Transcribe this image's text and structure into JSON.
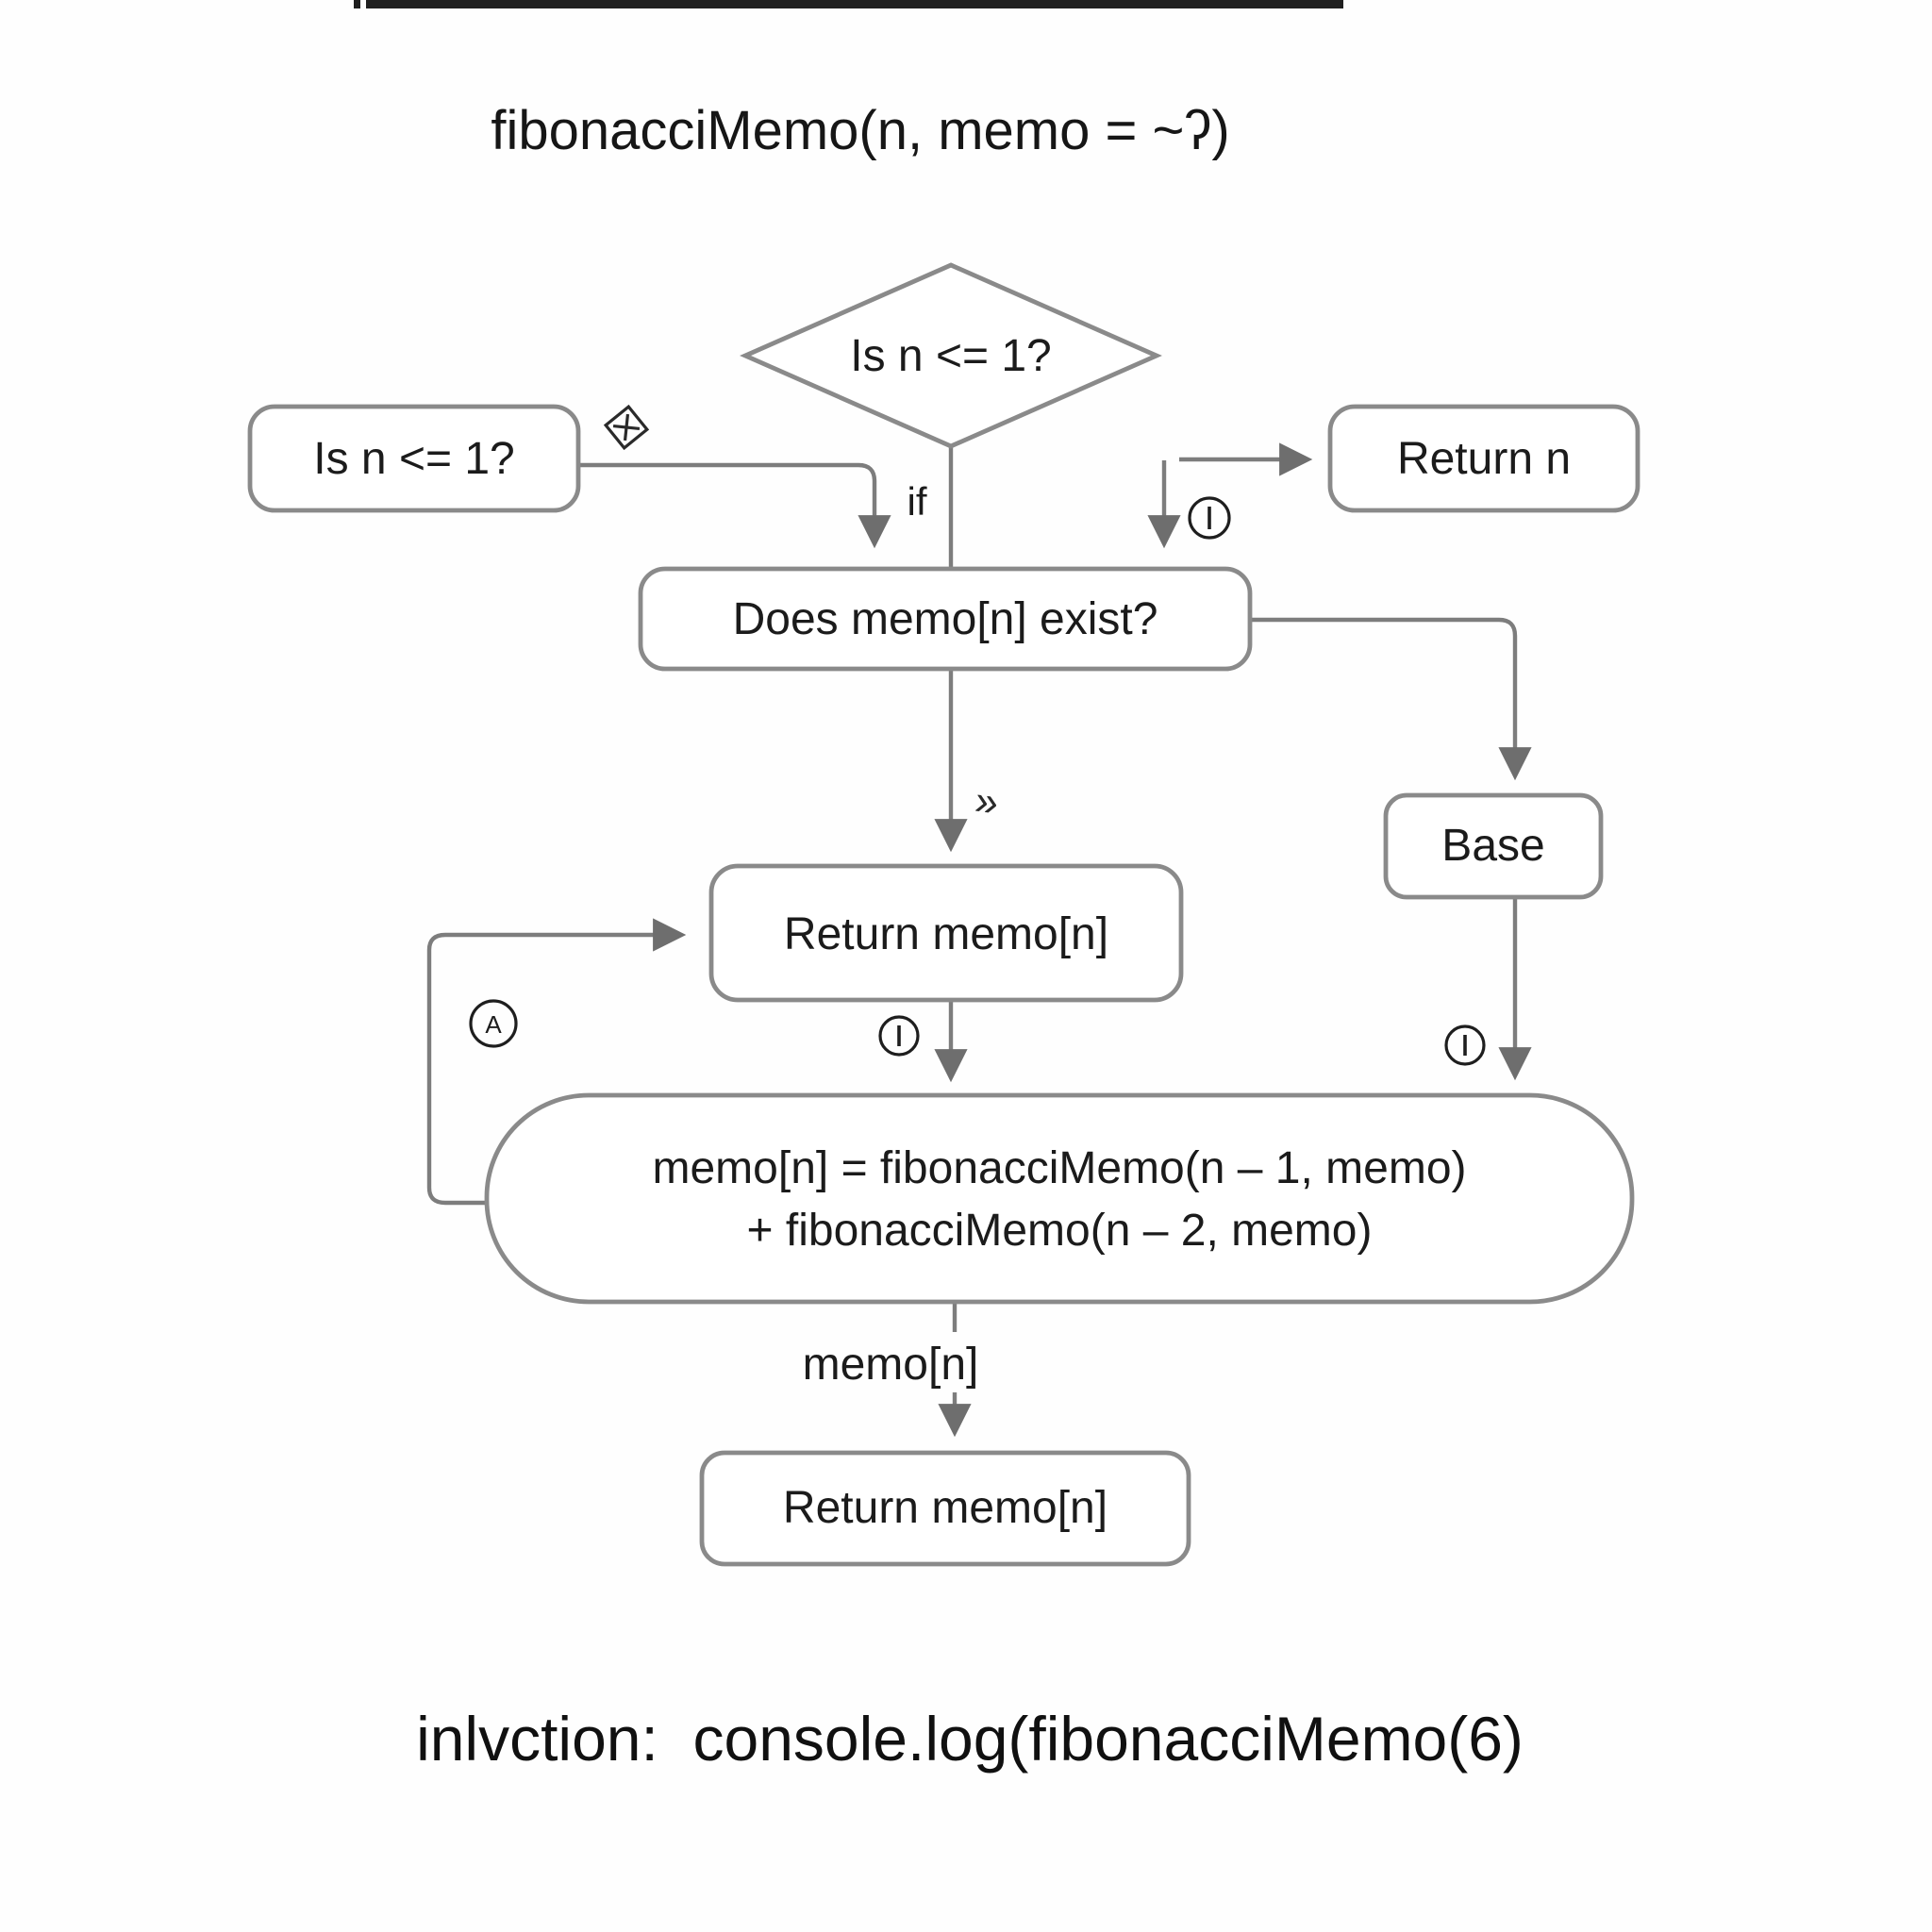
{
  "title": "fibonacciMemo(n, memo = ~ʔ)",
  "nodes": {
    "decision_diamond": "Is n <= 1?",
    "left_condition": "Is n <= 1?",
    "return_n": "Return n",
    "memo_exists": "Does memo[n] exist?",
    "base": "Base",
    "return_memo_upper": "Return memo[n]",
    "recurrence_line1": "memo[n] = fibonacciMemo(n – 1, memo)",
    "recurrence_line2": "+ fibonacciMemo(n – 2, memo)",
    "return_memo_lower": "Return memo[n]"
  },
  "edge_labels": {
    "if_label": "if",
    "chevrons": "»",
    "memo_n": "memo[n]",
    "circled_i": "I",
    "circled_a": "A"
  },
  "caption": "inlvction:  console.log(fibonacciMemo(6)",
  "colors": {
    "line": "#7d7d7d",
    "box_border": "#8a8a8a",
    "text": "#1b1b1b",
    "arrowhead": "#6e6e6e",
    "top_bar": "#1f1f1f"
  }
}
